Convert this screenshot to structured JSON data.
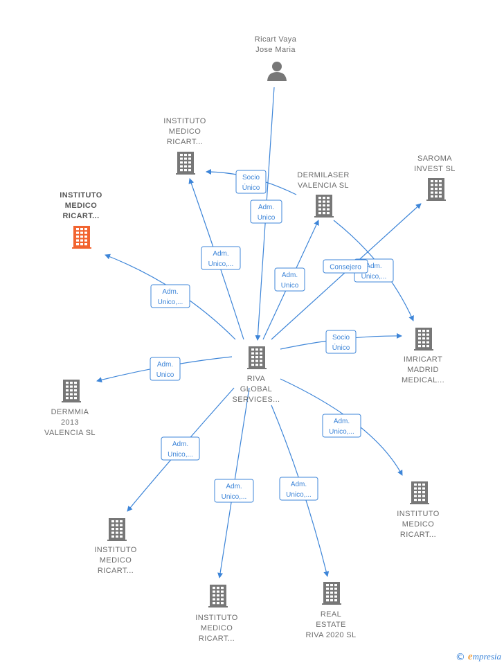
{
  "colors": {
    "edge": "#3d85d8",
    "building": "#777777",
    "building_highlight": "#f26430",
    "person": "#777777",
    "label": "#6b6b6b"
  },
  "nodes": [
    {
      "id": "ricart",
      "kind": "person",
      "lines": [
        "Ricart Vaya",
        "Jose Maria"
      ]
    },
    {
      "id": "imr_top",
      "kind": "building",
      "lines": [
        "INSTITUTO",
        "MEDICO",
        "RICART..."
      ]
    },
    {
      "id": "imr_hl",
      "kind": "building",
      "highlight": true,
      "lines": [
        "INSTITUTO",
        "MEDICO",
        "RICART..."
      ]
    },
    {
      "id": "dermilaser",
      "kind": "building",
      "lines": [
        "DERMILASER",
        "VALENCIA  SL"
      ]
    },
    {
      "id": "saroma",
      "kind": "building",
      "lines": [
        "SAROMA",
        "INVEST  SL"
      ]
    },
    {
      "id": "imricart",
      "kind": "building",
      "lines": [
        "IMRICART",
        "MADRID",
        "MEDICAL..."
      ]
    },
    {
      "id": "riva",
      "kind": "building",
      "lines": [
        "RIVA",
        "GLOBAL",
        "SERVICES..."
      ]
    },
    {
      "id": "dermmia",
      "kind": "building",
      "lines": [
        "DERMMIA",
        "2013",
        "VALENCIA  SL"
      ]
    },
    {
      "id": "imr_right",
      "kind": "building",
      "lines": [
        "INSTITUTO",
        "MEDICO",
        "RICART..."
      ]
    },
    {
      "id": "imr_bl",
      "kind": "building",
      "lines": [
        "INSTITUTO",
        "MEDICO",
        "RICART..."
      ]
    },
    {
      "id": "imr_bottom",
      "kind": "building",
      "lines": [
        "INSTITUTO",
        "MEDICO",
        "RICART..."
      ]
    },
    {
      "id": "real_estate",
      "kind": "building",
      "lines": [
        "REAL",
        "ESTATE",
        "RIVA 2020  SL"
      ]
    }
  ],
  "edges": [
    {
      "id": "ricart-riva",
      "label": [
        "Adm.",
        "Unico"
      ]
    },
    {
      "id": "dermilaser-imrtop",
      "label": [
        "Socio",
        "Único"
      ]
    },
    {
      "id": "riva-imrtop",
      "label": [
        "Adm.",
        "Unico,..."
      ]
    },
    {
      "id": "riva-imrhl",
      "label": [
        "Adm.",
        "Unico,..."
      ]
    },
    {
      "id": "riva-dermilaser",
      "label": [
        "Adm.",
        "Unico"
      ]
    },
    {
      "id": "dermilaser-imricart",
      "label": [
        "Adm.",
        "Unico,..."
      ]
    },
    {
      "id": "riva-saroma",
      "label": [
        "Consejero"
      ]
    },
    {
      "id": "riva-imricart",
      "label": [
        "Socio",
        "Único"
      ]
    },
    {
      "id": "riva-dermmia",
      "label": [
        "Adm.",
        "Unico"
      ]
    },
    {
      "id": "riva-imrright",
      "label": [
        "Adm.",
        "Unico,..."
      ]
    },
    {
      "id": "riva-imrbl",
      "label": [
        "Adm.",
        "Unico,..."
      ]
    },
    {
      "id": "riva-imrbottom",
      "label": [
        "Adm.",
        "Unico,..."
      ]
    },
    {
      "id": "riva-realestate",
      "label": [
        "Adm.",
        "Unico,..."
      ]
    }
  ],
  "footer": {
    "copyright_symbol": "©",
    "brand_initial": "e",
    "brand_rest": "mpresia"
  }
}
